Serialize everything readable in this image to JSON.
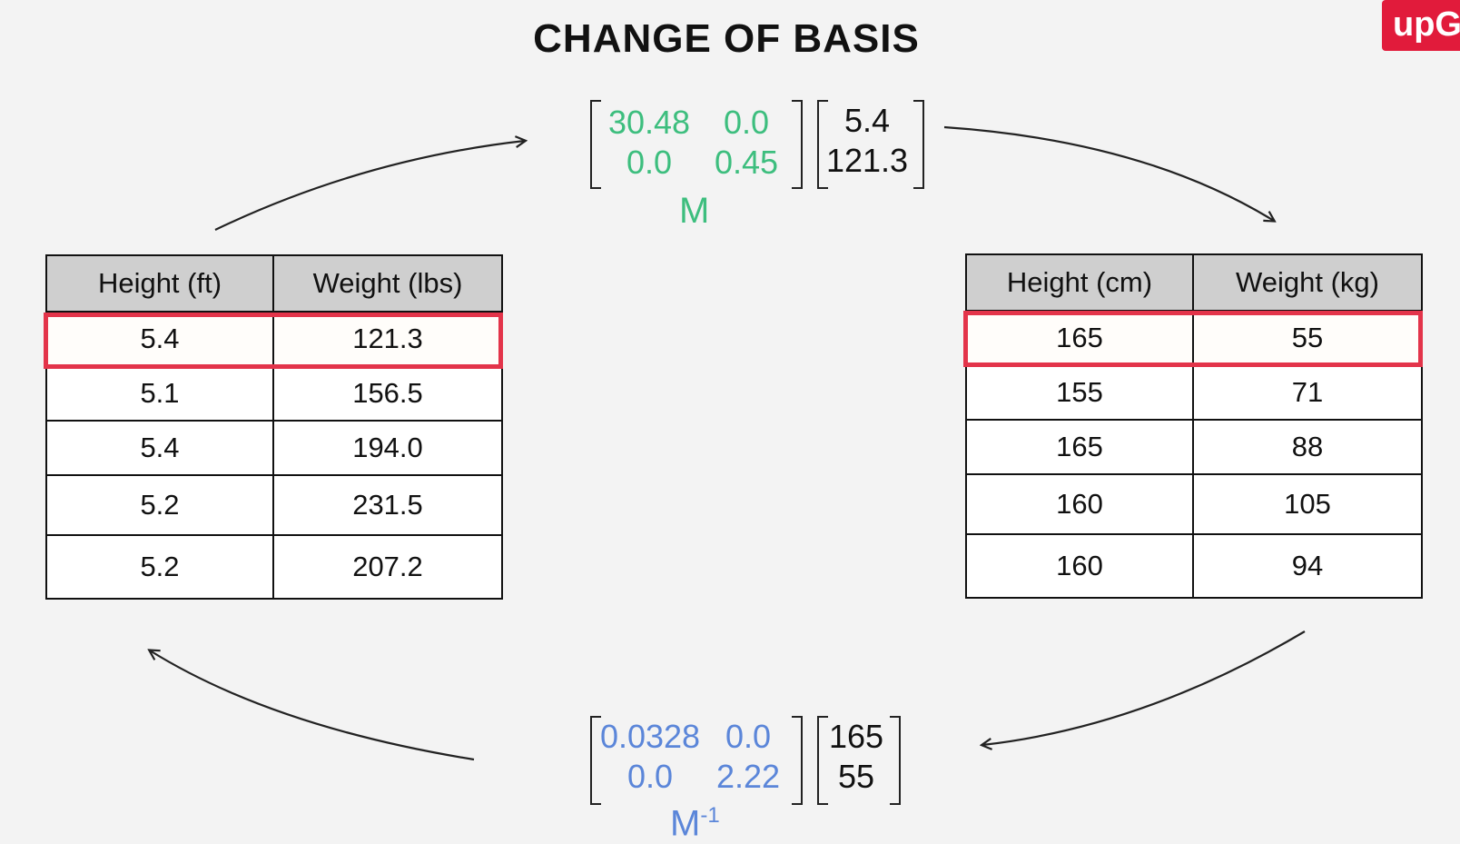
{
  "title": "CHANGE OF BASIS",
  "logo": "upG",
  "colors": {
    "forward_matrix": "#3dbe7e",
    "inverse_matrix": "#5b86d9",
    "highlight": "#e3344a",
    "header_bg": "#cfcfcf",
    "logo_bg": "#e11b3b"
  },
  "forward": {
    "matrix": [
      [
        "30.48",
        "0.0"
      ],
      [
        "0.0",
        "0.45"
      ]
    ],
    "vector": [
      "5.4",
      "121.3"
    ],
    "label": "M"
  },
  "inverse": {
    "matrix": [
      [
        "0.0328",
        "0.0"
      ],
      [
        "0.0",
        "2.22"
      ]
    ],
    "vector": [
      "165",
      "55"
    ],
    "label": "M",
    "label_sup": "-1"
  },
  "left_table": {
    "headers": [
      "Height (ft)",
      "Weight (lbs)"
    ],
    "rows": [
      [
        "5.4",
        "121.3"
      ],
      [
        "5.1",
        "156.5"
      ],
      [
        "5.4",
        "194.0"
      ],
      [
        "5.2",
        "231.5"
      ],
      [
        "5.2",
        "207.2"
      ]
    ],
    "highlighted_row": 0
  },
  "right_table": {
    "headers": [
      "Height (cm)",
      "Weight (kg)"
    ],
    "rows": [
      [
        "165",
        "55"
      ],
      [
        "155",
        "71"
      ],
      [
        "165",
        "88"
      ],
      [
        "160",
        "105"
      ],
      [
        "160",
        "94"
      ]
    ],
    "highlighted_row": 0
  }
}
